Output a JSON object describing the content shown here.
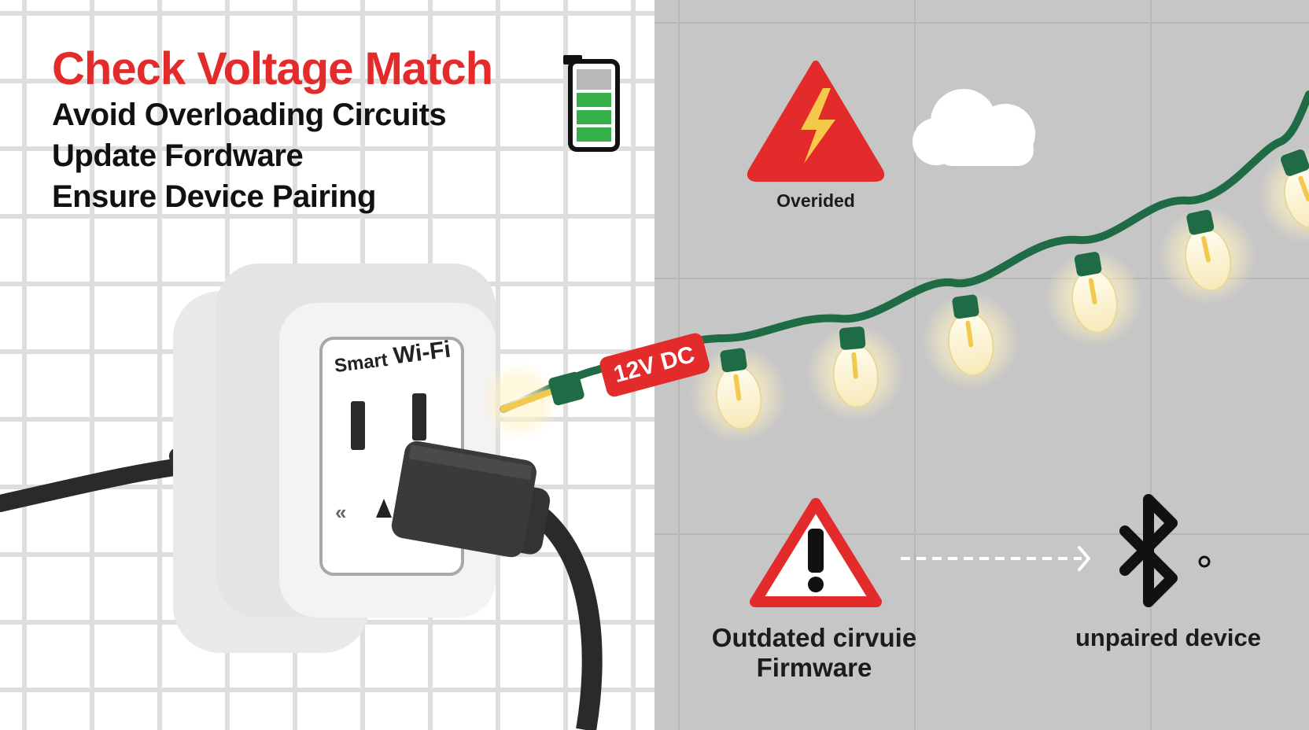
{
  "checklist": {
    "title": "Check Voltage Match",
    "items": [
      "Avoid Overloading Circuits",
      "Update Fordware",
      "Ensure Device Pairing"
    ]
  },
  "plug": {
    "label_smart": "Smart",
    "label_wifi": "Wi-Fi"
  },
  "voltage_tag": "12V DC",
  "overload": {
    "label": "Overided"
  },
  "firmware": {
    "line1": "Outdated cirvuie",
    "line2": "Firmware"
  },
  "bluetooth": {
    "label": "unpaired device"
  },
  "colors": {
    "accent_red": "#e32b2b",
    "wire_green": "#1f6b45",
    "bulb_glow": "#fff5d0",
    "battery_green": "#35b04a"
  },
  "icons": [
    "battery-icon",
    "lightning-warning-icon",
    "cloud-icon",
    "exclamation-warning-icon",
    "arrow-icon",
    "bluetooth-icon"
  ],
  "battery": {
    "charge_fraction": 0.66
  }
}
